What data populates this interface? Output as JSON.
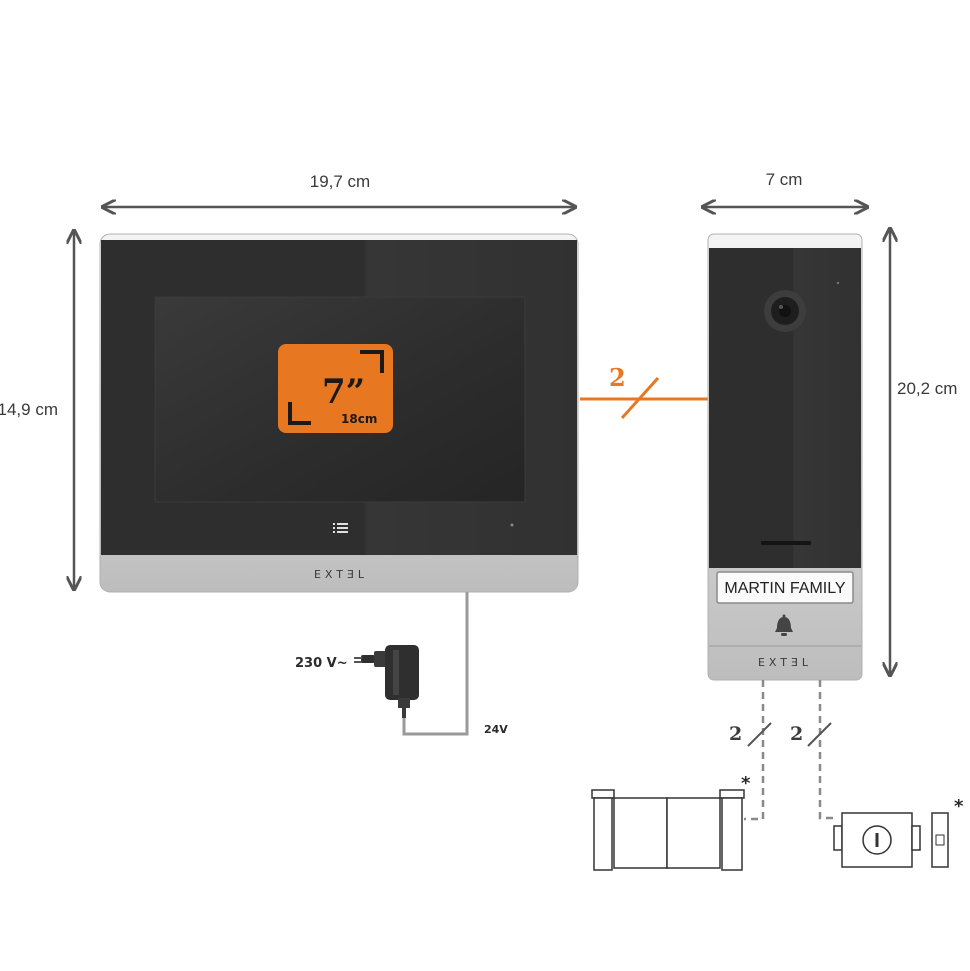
{
  "monitor": {
    "width_label": "19,7 cm",
    "height_label": "14,9 cm",
    "screen_size": "7”",
    "screen_size_cm": "18cm",
    "brand": "EXTƎL",
    "menu_icon": "menu-list-icon"
  },
  "doorstation": {
    "width_label": "7 cm",
    "height_label": "20,2 cm",
    "nameplate": "MARTIN FAMILY",
    "bell_icon": "bell-icon",
    "brand": "EXTƎL"
  },
  "wiring": {
    "main_wire_count": "2",
    "gate_wire_count": "2",
    "lock_wire_count": "2",
    "mains_voltage": "230 V~",
    "low_voltage": "24V",
    "optional_marker": "*"
  },
  "colors": {
    "accent": "#e87722",
    "device_black": "#2a2a2a",
    "silver": "#d9d9d9"
  }
}
